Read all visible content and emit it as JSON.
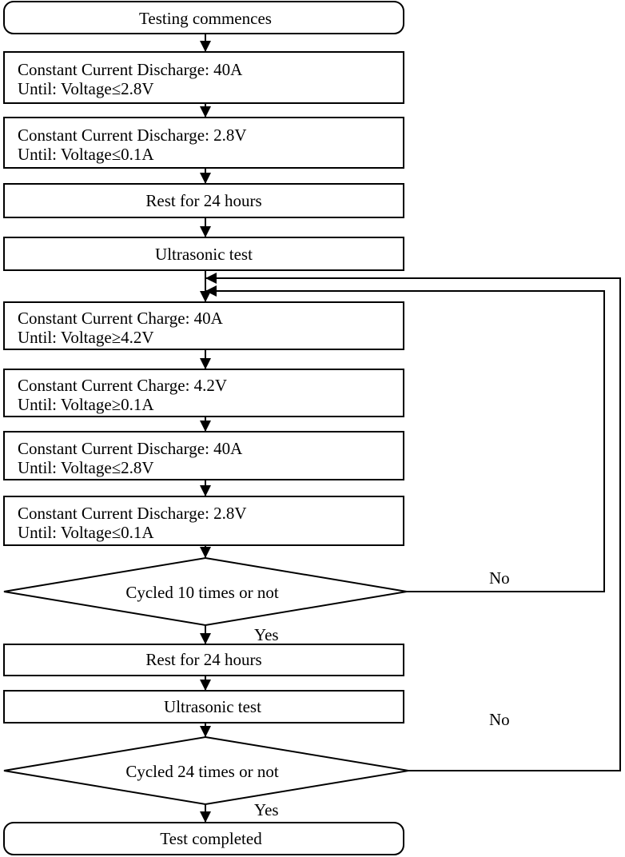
{
  "flowchart": {
    "start": "Testing commences",
    "step1": {
      "line1": "Constant Current Discharge: 40A",
      "line2": "Until: Voltage≤2.8V"
    },
    "step2": {
      "line1": "Constant Current Discharge: 2.8V",
      "line2": "Until: Voltage≤0.1A"
    },
    "rest1": "Rest for 24 hours",
    "ultra1": "Ultrasonic test",
    "step3": {
      "line1": "Constant Current Charge: 40A",
      "line2": "Until: Voltage≥4.2V"
    },
    "step4": {
      "line1": "Constant Current Charge: 4.2V",
      "line2": "Until: Voltage≥0.1A"
    },
    "step5": {
      "line1": "Constant Current Discharge: 40A",
      "line2": "Until: Voltage≤2.8V"
    },
    "step6": {
      "line1": "Constant Current Discharge: 2.8V",
      "line2": "Until: Voltage≤0.1A"
    },
    "decision1": "Cycled 10 times or not",
    "decision1_no": "No",
    "decision1_yes": "Yes",
    "rest2": "Rest for 24 hours",
    "ultra2": "Ultrasonic test",
    "decision2": "Cycled 24 times or not",
    "decision2_no": "No",
    "decision2_yes": "Yes",
    "end": "Test completed"
  }
}
